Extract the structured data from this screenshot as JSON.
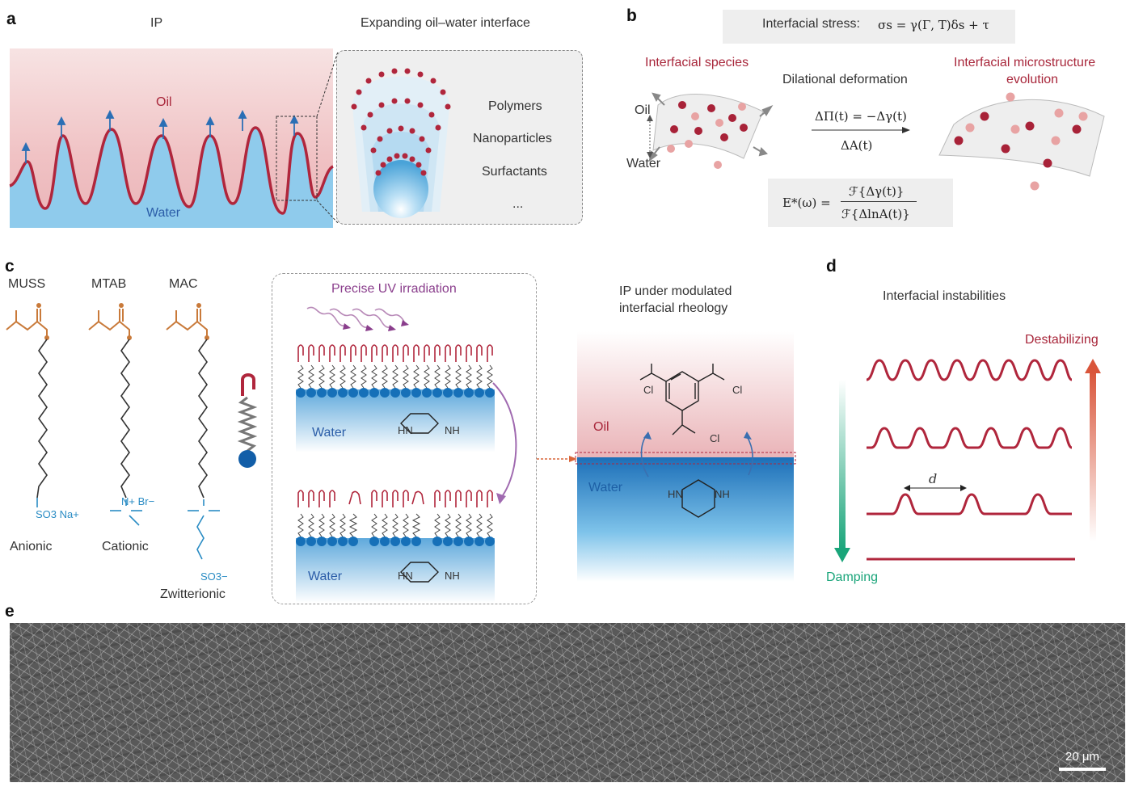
{
  "panels": {
    "a": {
      "label": "a",
      "title_left": "IP",
      "title_right": "Expanding oil–water interface",
      "oil": "Oil",
      "water": "Water",
      "items": [
        "Polymers",
        "Nanoparticles",
        "Surfactants",
        "..."
      ]
    },
    "b": {
      "label": "b",
      "stress_label": "Interfacial stress:",
      "stress_formula": "σs = γ(Γ, T)δs + τ",
      "species": "Interfacial species",
      "deformation": "Dilational deformation",
      "evolution_line1": "Interfacial microstructure",
      "evolution_line2": "evolution",
      "oil": "Oil",
      "water": "Water",
      "delta_pi": "ΔΠ(t) = −Δγ(t)",
      "delta_a": "ΔA(t)",
      "modulus_lhs": "E*(ω) =",
      "modulus_num": "ℱ{Δγ(t)}",
      "modulus_den": "ℱ{ΔlnA(t)}"
    },
    "c": {
      "label": "c",
      "molecules": [
        "MUSS",
        "MTAB",
        "MAC"
      ],
      "types": [
        "Anionic",
        "Cationic",
        "Zwitterionic"
      ],
      "muss_group": "SO3 Na+",
      "mtab_group": "N+ Br−",
      "mac_group": "SO3−",
      "uv": "Precise UV irradiation",
      "water_top": "Water",
      "water_bottom": "Water",
      "hn": "HN",
      "nh": "NH",
      "ip_title_line1": "IP under modulated",
      "ip_title_line2": "interfacial rheology",
      "oil": "Oil",
      "water": "Water",
      "cl": "Cl"
    },
    "d": {
      "label": "d",
      "title": "Interfacial instabilities",
      "destabilizing": "Destabilizing",
      "damping": "Damping",
      "d_symbol": "d"
    },
    "e": {
      "label": "e",
      "scale_bar": "20 μm"
    }
  },
  "colors": {
    "interface_red": "#b0263c",
    "water_blue": "#7ec3ea",
    "oil_pink": "#f2c4c6",
    "chem_orange": "#c97a3a",
    "chem_blue": "#2a8cc4",
    "uv_purple": "#8a3e8c",
    "damping_green": "#1aa57a",
    "destab_red": "#d9553a"
  }
}
